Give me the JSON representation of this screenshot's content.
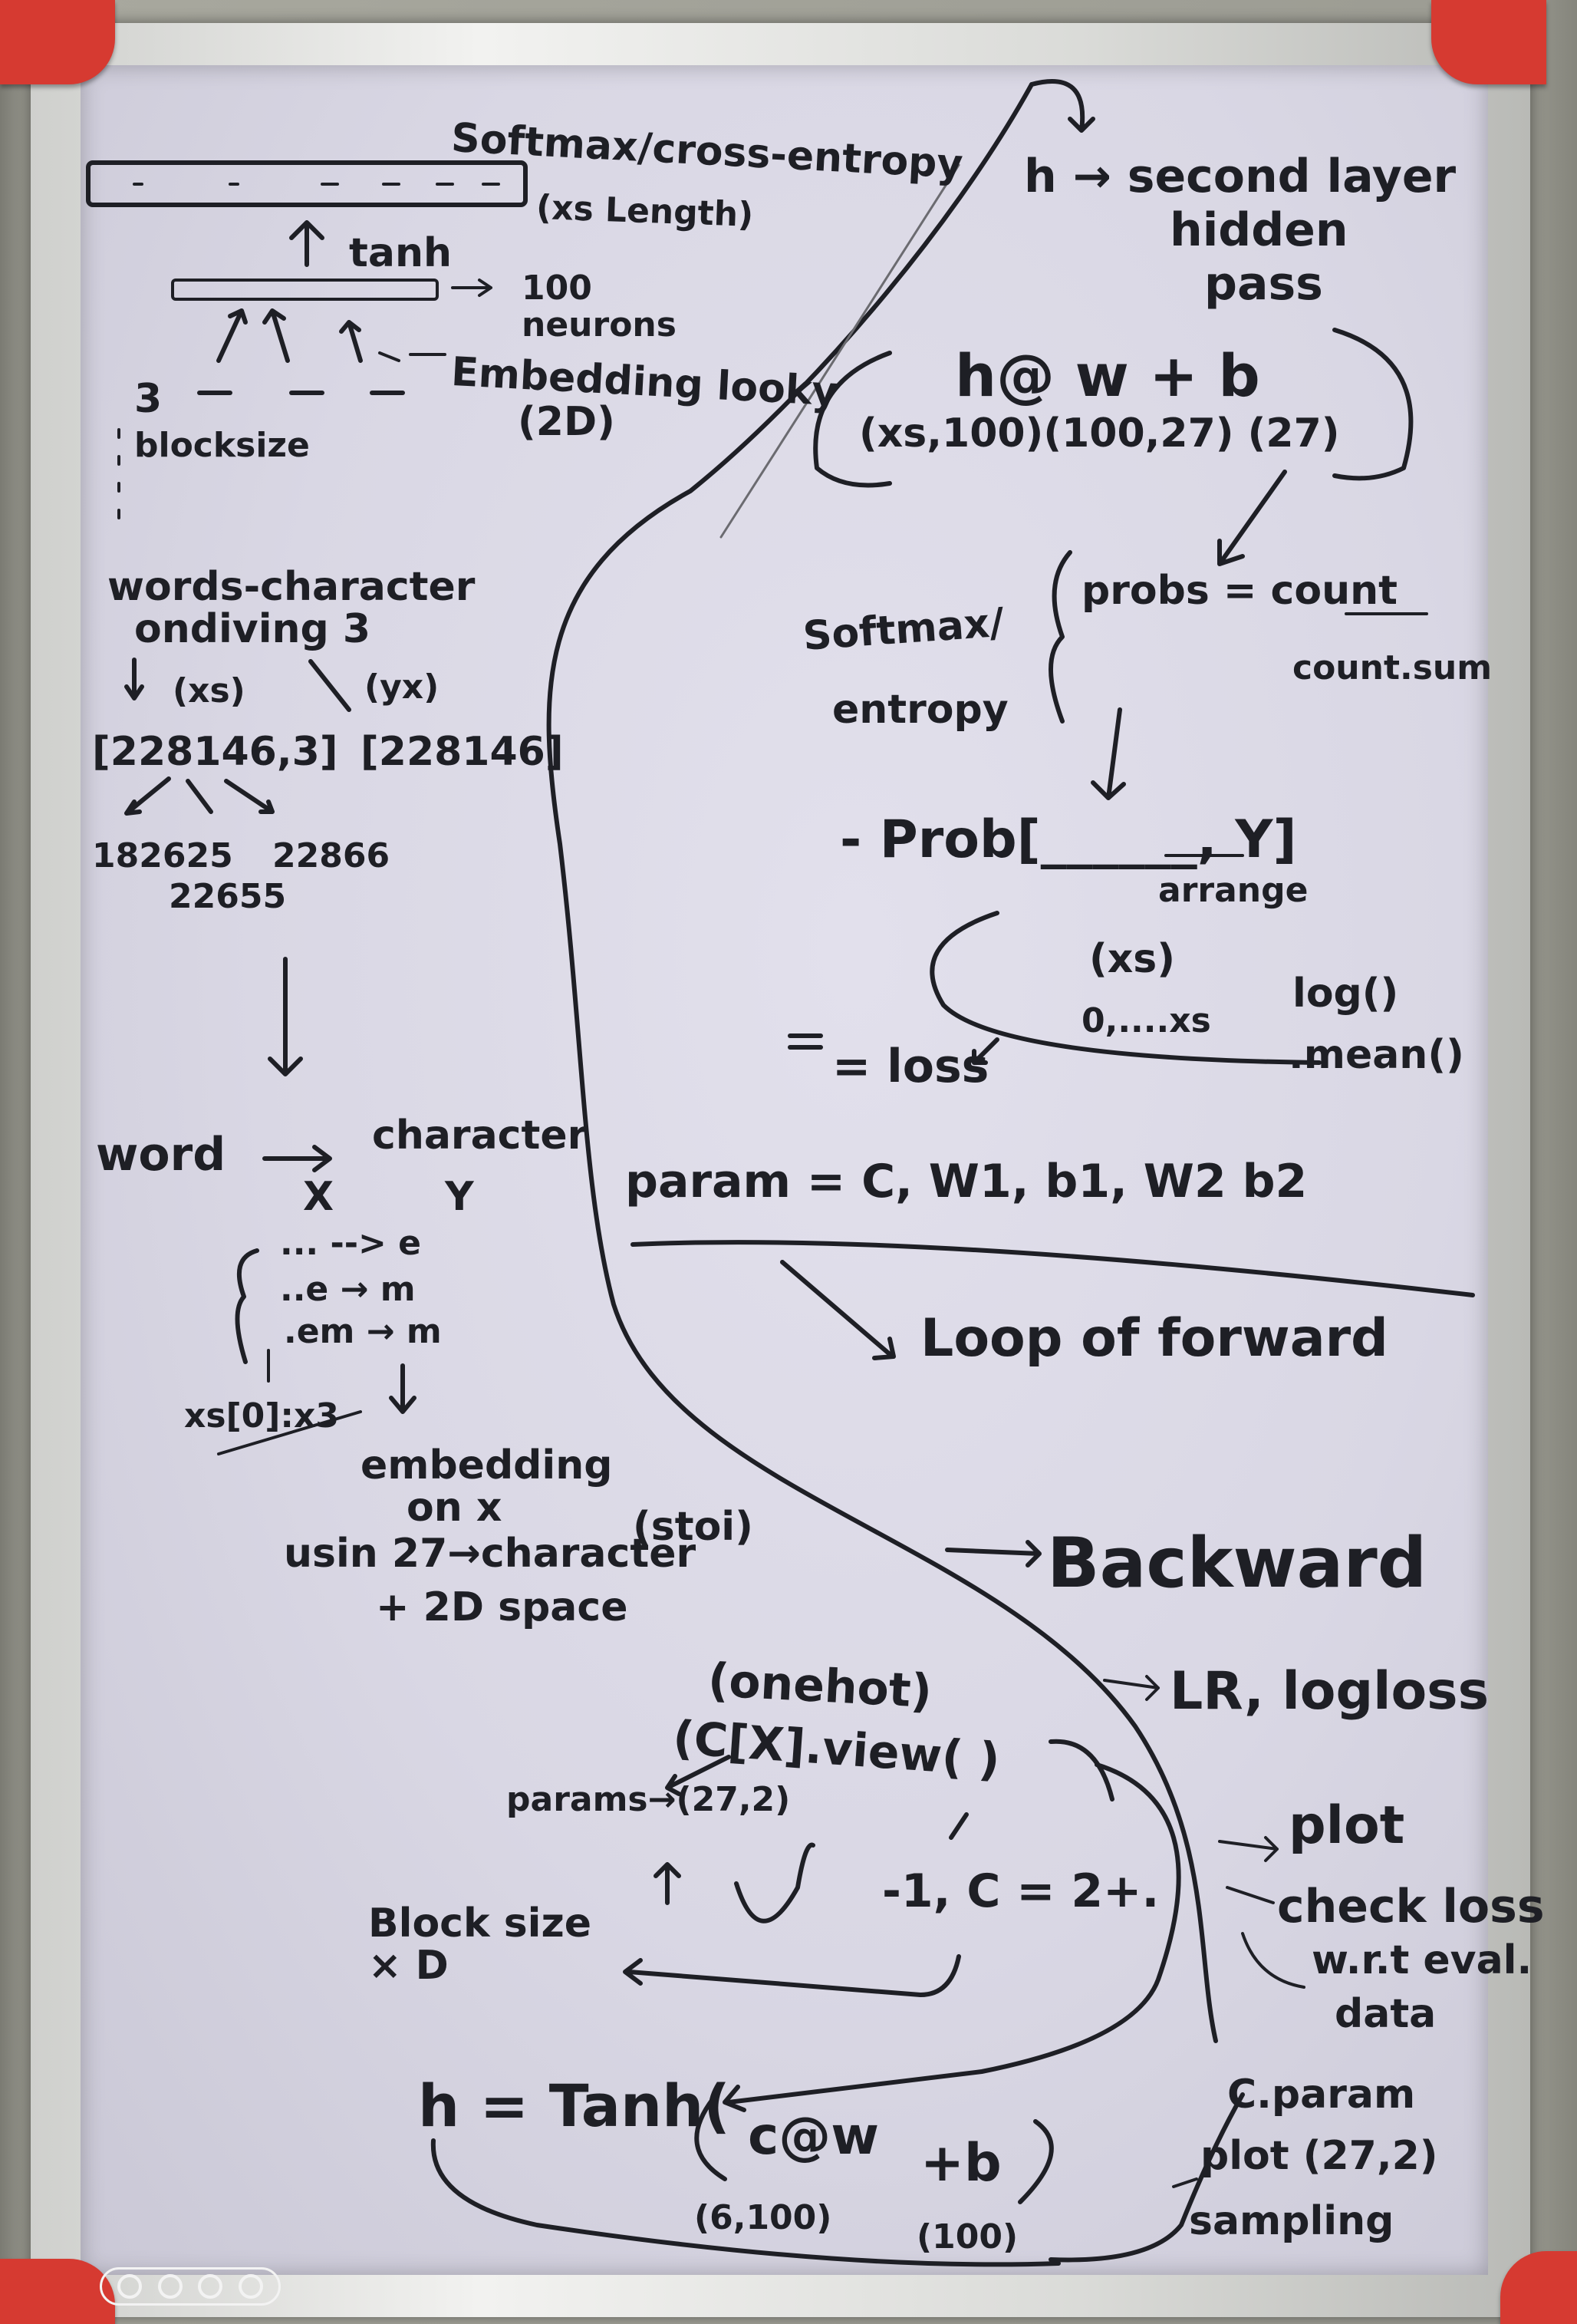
{
  "whiteboard": {
    "left_column": {
      "output_box_label": "Softmax/cross-entropy",
      "output_box_sub": "(xs Length)",
      "tanh_label": "tanh",
      "neurons_label_1": "100",
      "neurons_label_2": "neurons",
      "embedding_lookup": "Embedding looky",
      "embedding_dim": "(2D)",
      "block_3": "3",
      "blocksize": "blocksize",
      "words_character": "words-character",
      "on_dividing": "ondiving 3",
      "xs_label": "(xs)",
      "yx_label": "(yx)",
      "xs_shape": "[228146,3]",
      "ys_shape": "[228146]",
      "split_1": "182625",
      "split_2": "22866",
      "split_3": "22655",
      "word": "word",
      "character": "character",
      "x_header": "X",
      "y_header": "Y",
      "row_1": "... --> e",
      "row_2": "..e → m",
      "row_3": ".em → m",
      "xs_index": "xs[0]:x3",
      "embedding": "embedding",
      "on_x": "on x",
      "stoi": "(stoi)",
      "using": "usin 27→character",
      "space_2d": "+ 2D space",
      "onehot": "(onehot)",
      "c_view": "(C[X].view( )",
      "params": "params→(27,2)",
      "minus_one": "-1, C = 2+.",
      "block_size_x_d": "Block size × D",
      "h_tanh": "h = Tanh(",
      "c_at_w": "c@w",
      "plus_b": "+b",
      "shape_w": "(6,100)",
      "shape_b": "(100)"
    },
    "right_column": {
      "h_second_layer": "h → second layer",
      "hidden_pass_1": "hidden",
      "hidden_pass_2": "pass",
      "h_w_b": "h@ w  + b",
      "shapes": "(xs,100)(100,27)  (27)",
      "softmax_label": "Softmax/",
      "entropy_label": "entropy",
      "probs": "probs = count",
      "count_sum": "count.sum",
      "prob_index": "- Prob[______, Y]",
      "arange": "arrange",
      "xs_sub": "(xs)",
      "range": "0,....xs",
      "log": "log()",
      "mean": ".mean()",
      "equals_loss": "= loss",
      "param": "param = C, W1, b1, W2 b2",
      "loop": "Loop of forward",
      "backward": "Backward",
      "lr_logloss": "LR, logloss",
      "plot": "plot",
      "check_loss": "check loss",
      "wrt_eval": "w.r.t eval.",
      "data": "data",
      "c_param": "C.param",
      "plot_27": "plot (27,2)",
      "sampling": "sampling"
    }
  },
  "watermark": "OOOO"
}
